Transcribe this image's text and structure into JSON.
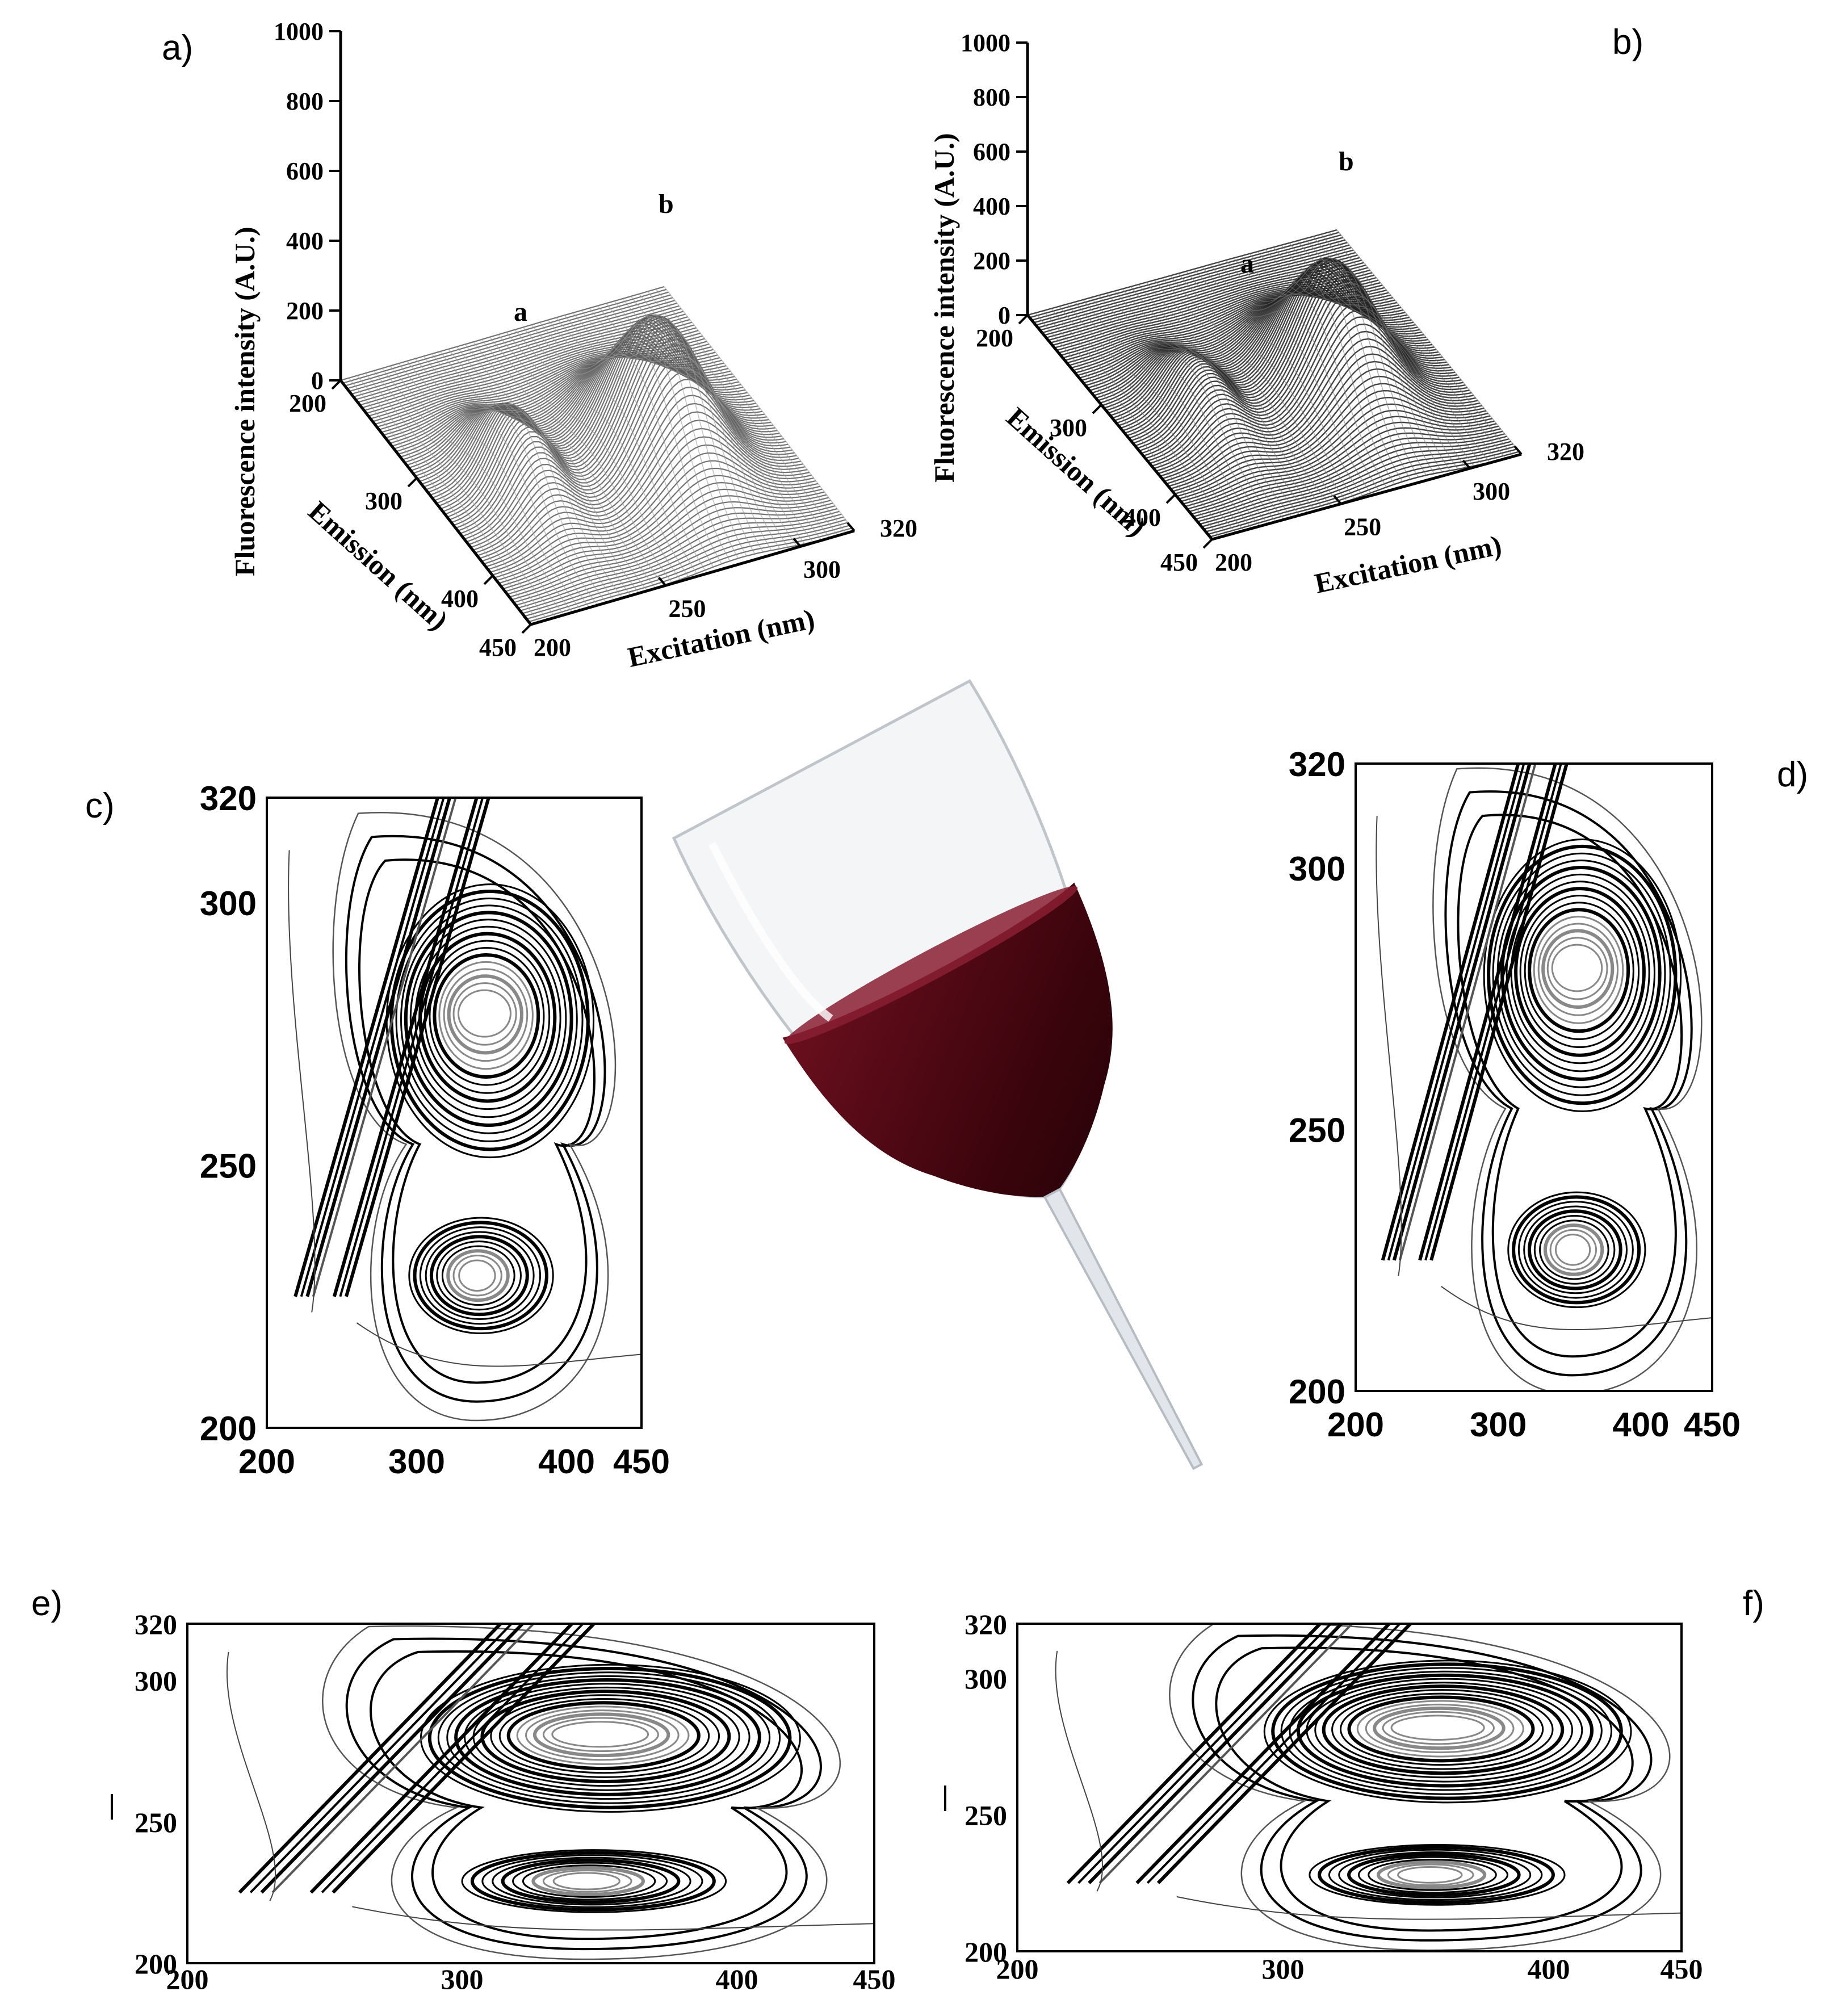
{
  "panel_labels": [
    "a)",
    "b)",
    "c)",
    "d)",
    "e)",
    "f)"
  ],
  "chart_data": [
    {
      "id": "a",
      "type": "surface3d",
      "zlabel": "Fluorescence intensity (A.U.)",
      "xlabel": "Emission (nm)",
      "ylabel": "Excitation (nm)",
      "z_ticks": [
        "0",
        "200",
        "400",
        "600",
        "800",
        "1000"
      ],
      "x_ticks": [
        "200",
        "300",
        "400",
        "450"
      ],
      "y_ticks": [
        "200",
        "250",
        "300",
        "320"
      ],
      "zlim": [
        0,
        1000
      ],
      "xlim": [
        200,
        450
      ],
      "ylim": [
        200,
        320
      ],
      "peaks": [
        {
          "label": "a",
          "excitation": 228,
          "emission": 335,
          "intensity": 220
        },
        {
          "label": "b",
          "excitation": 278,
          "emission": 345,
          "intensity": 400
        }
      ]
    },
    {
      "id": "b",
      "type": "surface3d",
      "zlabel": "Fluorescence intensity (A.U.)",
      "xlabel": "Emission (nm)",
      "ylabel": "Excitation (nm)",
      "z_ticks": [
        "0",
        "200",
        "400",
        "600",
        "800",
        "1000"
      ],
      "x_ticks": [
        "200",
        "300",
        "400",
        "450"
      ],
      "y_ticks": [
        "200",
        "250",
        "300",
        "320"
      ],
      "zlim": [
        0,
        1000
      ],
      "xlim": [
        200,
        450
      ],
      "ylim": [
        200,
        320
      ],
      "peaks": [
        {
          "label": "a",
          "excitation": 228,
          "emission": 335,
          "intensity": 200
        },
        {
          "label": "b",
          "excitation": 278,
          "emission": 345,
          "intensity": 460
        }
      ]
    },
    {
      "id": "c",
      "type": "contour",
      "x_ticks": [
        "200",
        "300",
        "400",
        "450"
      ],
      "y_ticks": [
        "200",
        "250",
        "300",
        "320"
      ],
      "xlim": [
        200,
        450
      ],
      "ylim": [
        200,
        320
      ],
      "peaks": [
        {
          "excitation": 279,
          "emission": 345,
          "intensity": 1.0
        },
        {
          "excitation": 229,
          "emission": 340,
          "intensity": 0.6
        }
      ]
    },
    {
      "id": "d",
      "type": "contour",
      "x_ticks": [
        "200",
        "300",
        "400",
        "450"
      ],
      "y_ticks": [
        "200",
        "250",
        "300",
        "320"
      ],
      "xlim": [
        200,
        450
      ],
      "ylim": [
        200,
        320
      ],
      "peaks": [
        {
          "excitation": 281,
          "emission": 355,
          "intensity": 1.0
        },
        {
          "excitation": 227,
          "emission": 352,
          "intensity": 0.6
        }
      ]
    },
    {
      "id": "e",
      "type": "contour",
      "x_ticks": [
        "200",
        "300",
        "400",
        "450"
      ],
      "y_ticks": [
        "200",
        "250",
        "300",
        "320"
      ],
      "xlim": [
        200,
        450
      ],
      "ylim": [
        200,
        320
      ],
      "peaks": [
        {
          "excitation": 281,
          "emission": 350,
          "intensity": 1.0
        },
        {
          "excitation": 229,
          "emission": 345,
          "intensity": 0.6
        }
      ]
    },
    {
      "id": "f",
      "type": "contour",
      "x_ticks": [
        "200",
        "300",
        "400",
        "450"
      ],
      "y_ticks": [
        "200",
        "250",
        "300",
        "320"
      ],
      "xlim": [
        200,
        450
      ],
      "ylim": [
        200,
        320
      ],
      "peaks": [
        {
          "excitation": 282,
          "emission": 358,
          "intensity": 1.0
        },
        {
          "excitation": 228,
          "emission": 355,
          "intensity": 0.6
        }
      ]
    }
  ],
  "wine_glass": {
    "wine_color": "#4a0610",
    "glass_color": "#e9ecef"
  }
}
